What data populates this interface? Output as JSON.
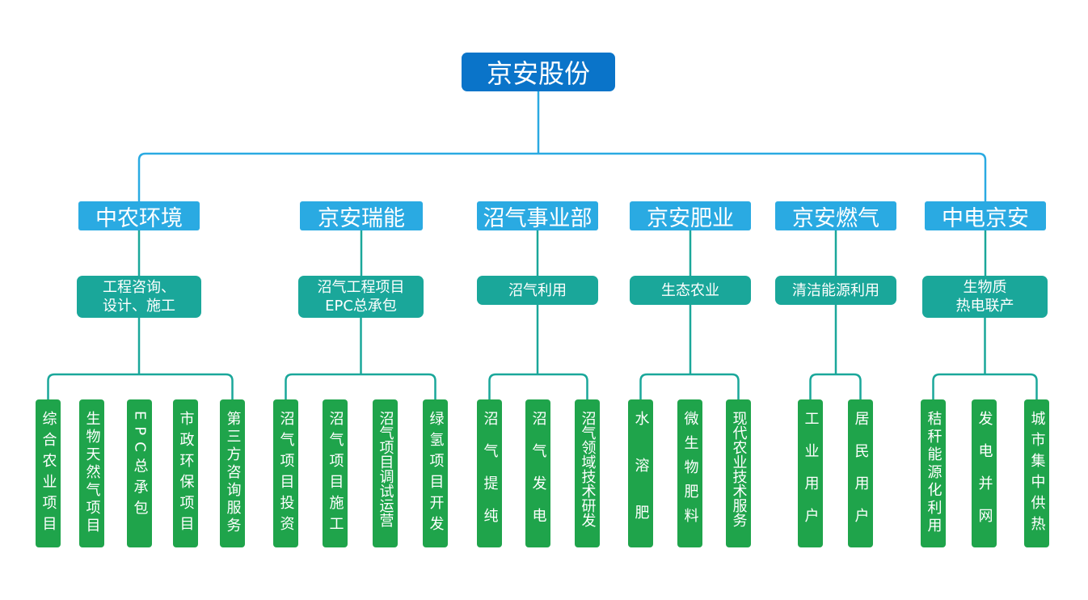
{
  "root": {
    "label": "京安股份"
  },
  "colors": {
    "root": "#0a74c9",
    "division": "#2aaae2",
    "business": "#1aa79a",
    "item": "#1fa44b",
    "connector": "#2aaae2",
    "connector_lower": "#1aa79a"
  },
  "divisions": [
    {
      "label": "中农环境",
      "business": "工程咨询、\n设计、施工",
      "items": [
        {
          "label": "综合农业项目",
          "spacing": 8
        },
        {
          "label": "生物天然气项目",
          "spacing": 4
        },
        {
          "label": "EPC总承包",
          "spacing": 8
        },
        {
          "label": "市政环保项目",
          "spacing": 8
        },
        {
          "label": "第三方咨询服务",
          "spacing": 4
        }
      ]
    },
    {
      "label": "京安瑞能",
      "business": "沼气工程项目\nEPC总承包",
      "items": [
        {
          "label": "沼气项目投资",
          "spacing": 8
        },
        {
          "label": "沼气项目施工",
          "spacing": 8
        },
        {
          "label": "沼气项目调试运营",
          "spacing": 0
        },
        {
          "label": "绿氢项目开发",
          "spacing": 8
        }
      ]
    },
    {
      "label": "沼气事业部",
      "business": "沼气利用",
      "items": [
        {
          "label": "沼气提纯",
          "spacing": 22
        },
        {
          "label": "沼气发电",
          "spacing": 22
        },
        {
          "label": "沼气领域技术研发",
          "spacing": 0
        }
      ]
    },
    {
      "label": "京安肥业",
      "business": "生态农业",
      "items": [
        {
          "label": "水溶肥",
          "spacing": 40
        },
        {
          "label": "微生物肥料",
          "spacing": 12
        },
        {
          "label": "现代农业技术服务",
          "spacing": 0
        }
      ]
    },
    {
      "label": "京安燃气",
      "business": "清洁能源利用",
      "items": [
        {
          "label": "工业用户",
          "spacing": 22
        },
        {
          "label": "居民用户",
          "spacing": 22
        }
      ]
    },
    {
      "label": "中电京安",
      "business": "生物质\n热电联产",
      "items": [
        {
          "label": "秸秆能源化利用",
          "spacing": 4
        },
        {
          "label": "发电并网",
          "spacing": 22
        },
        {
          "label": "城市集中供热",
          "spacing": 8
        }
      ]
    }
  ]
}
